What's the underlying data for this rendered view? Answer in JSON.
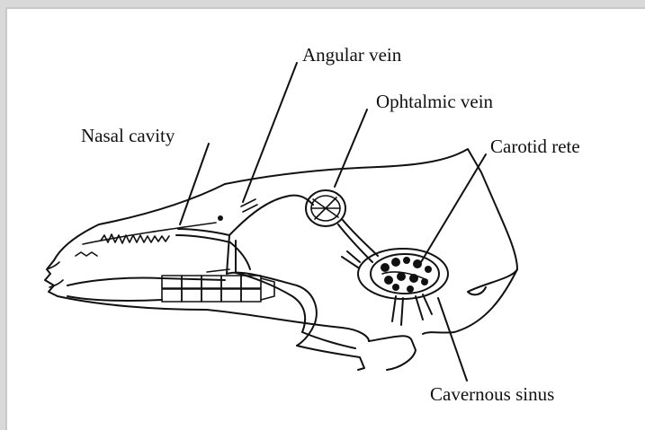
{
  "labels": {
    "angular_vein": "Angular vein",
    "ophtalmic_vein": "Ophtalmic vein",
    "nasal_cavity": "Nasal cavity",
    "carotid_rete": "Carotid rete",
    "cavernous_sinus": "Cavernous sinus"
  },
  "colors": {
    "background": "#ffffff",
    "frame": "#d9d9d9",
    "ink": "#111111"
  }
}
